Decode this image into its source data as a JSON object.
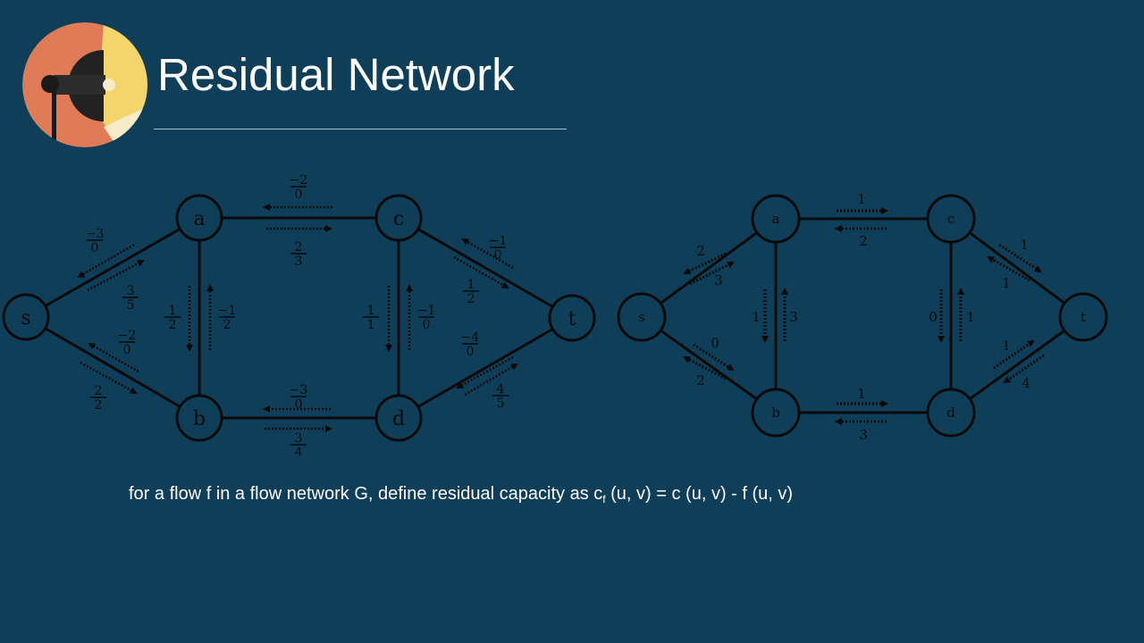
{
  "header": {
    "title": "Residual Network"
  },
  "caption": {
    "before_sub": "for a flow f in a flow network G, define residual capacity as c",
    "sub": "f",
    "after_sub": " (u, v) = c (u, v) - f (u, v)"
  },
  "logo": {
    "icon": "spotlight-icon",
    "colors": [
      "#e07b57",
      "#f5d36a",
      "#2a2a2a"
    ]
  },
  "colors": {
    "background": "#0f3f58",
    "ink": "#0a0a0a",
    "text": "#ffffff"
  },
  "left_graph": {
    "nodes": [
      "s",
      "a",
      "b",
      "c",
      "d",
      "t"
    ],
    "labels": [
      {
        "edge": "s-a",
        "reverse": [
          "−3",
          "0"
        ],
        "forward": [
          "3",
          "5"
        ]
      },
      {
        "edge": "s-b",
        "reverse": [
          "−2",
          "0"
        ],
        "forward": [
          "2",
          "2"
        ]
      },
      {
        "edge": "a-c",
        "reverse": [
          "−2",
          "0"
        ],
        "forward": [
          "2",
          "3"
        ]
      },
      {
        "edge": "a-b",
        "reverse": [
          "−1",
          "2"
        ],
        "forward": [
          "1",
          "2"
        ]
      },
      {
        "edge": "c-d",
        "reverse": [
          "−1",
          "0"
        ],
        "forward": [
          "1",
          "1"
        ]
      },
      {
        "edge": "b-d",
        "reverse": [
          "−3",
          "0"
        ],
        "forward": [
          "3",
          "4"
        ]
      },
      {
        "edge": "c-t",
        "reverse": [
          "−1",
          "0"
        ],
        "forward": [
          "1",
          "2"
        ]
      },
      {
        "edge": "d-t",
        "reverse": [
          "−4",
          "0"
        ],
        "forward": [
          "4",
          "5"
        ]
      }
    ]
  },
  "right_graph": {
    "nodes": [
      "s",
      "a",
      "b",
      "c",
      "d",
      "t"
    ],
    "labels": [
      {
        "edge": "s-a",
        "forward": "3",
        "reverse": "2"
      },
      {
        "edge": "s-b",
        "forward": "0",
        "reverse": "2"
      },
      {
        "edge": "a-c",
        "forward": "1",
        "reverse": "2"
      },
      {
        "edge": "a-b",
        "forward": "1",
        "reverse": "3"
      },
      {
        "edge": "c-d",
        "forward": "0",
        "reverse": "1"
      },
      {
        "edge": "b-d",
        "forward": "1",
        "reverse": "3"
      },
      {
        "edge": "c-t",
        "forward": "1",
        "reverse": "1"
      },
      {
        "edge": "d-t",
        "forward": "4",
        "reverse": "1"
      }
    ]
  }
}
